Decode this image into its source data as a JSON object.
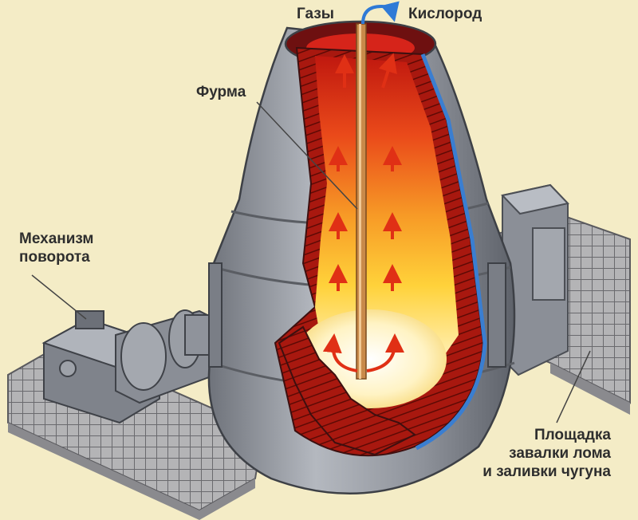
{
  "labels": {
    "gases": "Газы",
    "oxygen": "Кислород",
    "lance": "Фурма",
    "tilt_mechanism": [
      "Механизм",
      "поворота"
    ],
    "platform": [
      "Площадка",
      "завалки лома",
      "и заливки чугуна"
    ]
  },
  "colors": {
    "background": "#f4ecc6",
    "shell": "#9a9ea6",
    "lining": "#a01c14",
    "melt_hot": "#fff4c0",
    "flame": "#f59a24",
    "lance": "#c98a4a",
    "arrow": "#e03015",
    "blue_band": "#3a7ed1"
  }
}
